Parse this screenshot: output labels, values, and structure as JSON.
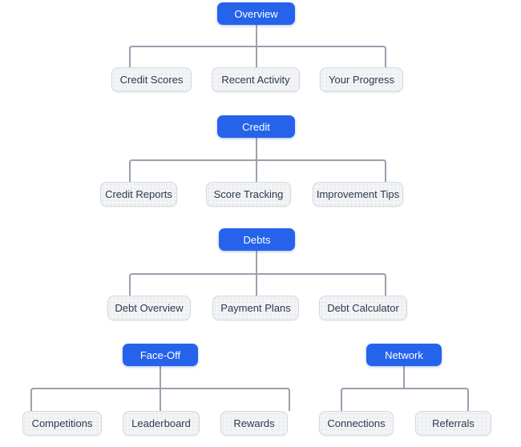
{
  "colors": {
    "background": "#ffffff",
    "accent": "#2563eb",
    "parent_text": "#ffffff",
    "child_bg": "#f3f4f6",
    "child_dot": "#e2e5ea",
    "child_border": "#d5d9df",
    "child_text": "#2e3a4e",
    "connector": "#9aa1ad"
  },
  "sitemap": {
    "trees": [
      {
        "parent": "Overview",
        "children": [
          "Credit Scores",
          "Recent Activity",
          "Your Progress"
        ]
      },
      {
        "parent": "Credit",
        "children": [
          "Credit Reports",
          "Score Tracking",
          "Improvement Tips"
        ]
      },
      {
        "parent": "Debts",
        "children": [
          "Debt Overview",
          "Payment Plans",
          "Debt Calculator"
        ]
      },
      {
        "parent": "Face-Off",
        "children": [
          "Competitions",
          "Leaderboard",
          "Rewards"
        ]
      },
      {
        "parent": "Network",
        "children": [
          "Connections",
          "Referrals"
        ]
      }
    ]
  }
}
